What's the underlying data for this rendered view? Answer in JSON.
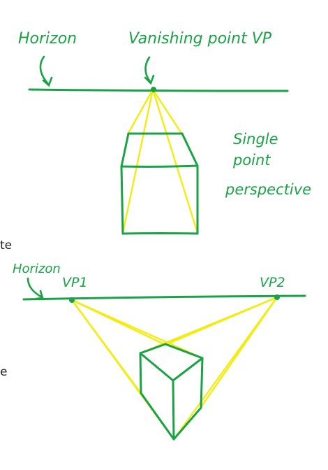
{
  "colors": {
    "ink": "#1aa246",
    "construction": "#f2ec10",
    "body_text": "#222222",
    "background": "#ffffff"
  },
  "labels": {
    "horizon_top": "Horizon",
    "vanishing_point": "Vanishing point VP",
    "single_point_line1": "Single",
    "single_point_line2": "point",
    "single_point_line3": "perspective",
    "horizon_bottom": "Horizon",
    "vp1": "VP1",
    "vp2": "VP2"
  },
  "clipped_text": {
    "fragment1": "te",
    "fragment2": "e"
  }
}
